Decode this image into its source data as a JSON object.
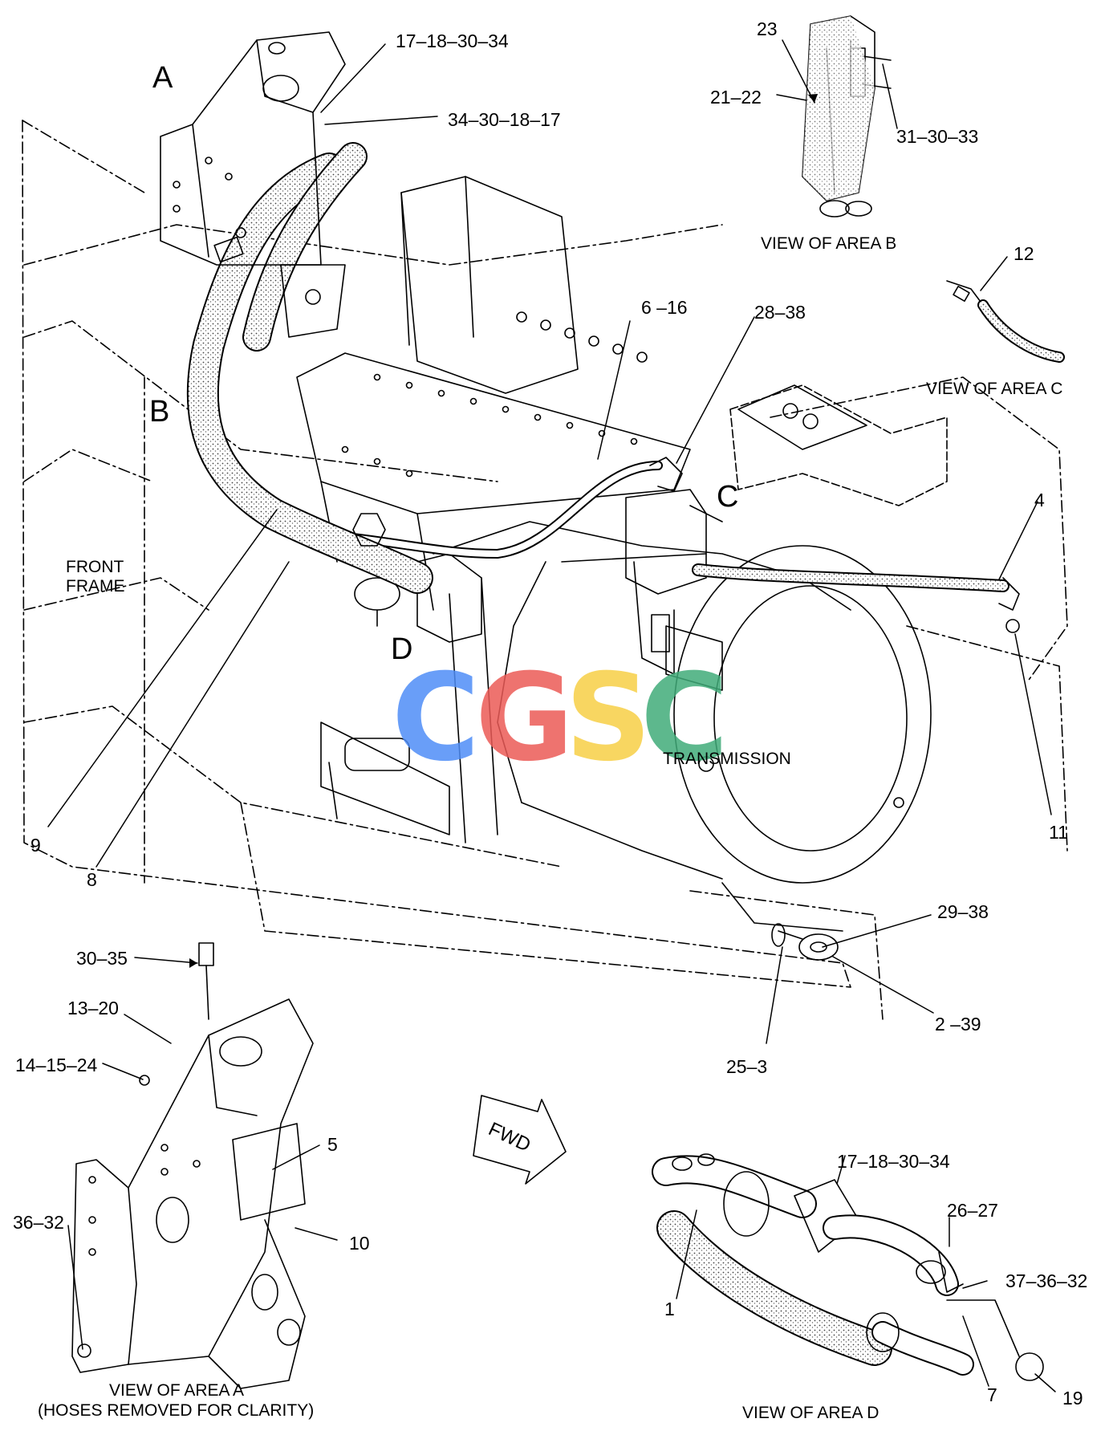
{
  "watermark": {
    "letters": [
      {
        "char": "C",
        "color": "#4f8ef7"
      },
      {
        "char": "G",
        "color": "#ec5b57"
      },
      {
        "char": "S",
        "color": "#f7d046"
      },
      {
        "char": "C",
        "color": "#41ac7a"
      }
    ]
  },
  "area_letters": {
    "a": "A",
    "b": "B",
    "c": "C",
    "d": "D"
  },
  "callouts": {
    "c1": "17–18–30–34",
    "c2": "34–30–18–17",
    "c3": "23",
    "c4": "21–22",
    "c5": "31–30–33",
    "c6": "12",
    "c7": "6 –16",
    "c8": "28–38",
    "c9": "4",
    "c10": "11",
    "c11": "9",
    "c12": "8",
    "c13": "29–38",
    "c14": "2 –39",
    "c15": "25–3",
    "c16": "30–35",
    "c17": "13–20",
    "c18": "14–15–24",
    "c19": "5",
    "c20": "10",
    "c21": "36–32",
    "c22": "17–18–30–34",
    "c23": "26–27",
    "c24": "37–36–32",
    "c25": "1",
    "c26": "7",
    "c27": "19"
  },
  "text_labels": {
    "front_frame_1": "FRONT",
    "front_frame_2": "FRAME",
    "transmission": "TRANSMISSION",
    "fwd": "FWD"
  },
  "captions": {
    "area_b": "VIEW OF AREA  B",
    "area_c": "VIEW OF AREA  C",
    "area_a_1": "VIEW OF AREA  A",
    "area_a_2": "(HOSES REMOVED FOR CLARITY)",
    "area_d": "VIEW OF AREA  D"
  }
}
